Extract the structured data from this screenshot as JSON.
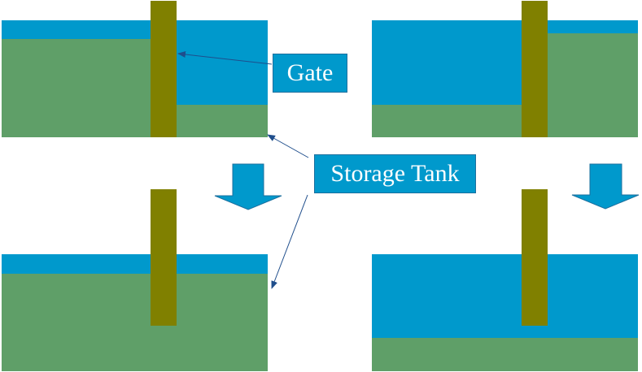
{
  "labels": {
    "gate": "Gate",
    "storage_tank": "Storage Tank"
  },
  "colors": {
    "water": "#0099cc",
    "soil": "#5f9f68",
    "gate": "#808000",
    "arrow_fill": "#0099cc",
    "arrow_outline": "#1b6f9e",
    "callout_line": "#1f4e8c",
    "label_background": "#0099cc",
    "label_text": "#ffffff"
  },
  "panels": [
    {
      "name": "top-left-before",
      "upstream_water_level": "high",
      "downstream_water_level": "low"
    },
    {
      "name": "top-right-before",
      "upstream_water_level": "low",
      "downstream_water_level": "high"
    },
    {
      "name": "bottom-left-after",
      "water_level": "equalized-high"
    },
    {
      "name": "bottom-right-after",
      "water_level": "equalized-low"
    }
  ]
}
